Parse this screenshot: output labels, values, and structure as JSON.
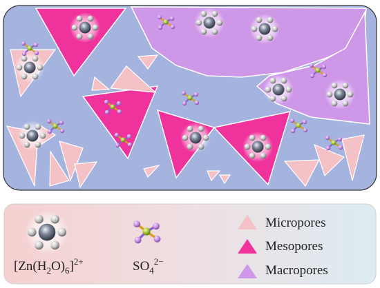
{
  "legend": {
    "zn_complex": {
      "prefix": "[Zn(H",
      "sub1": "2",
      "mid": "O)",
      "sub2": "6",
      "suffix": "]",
      "charge": "2+"
    },
    "sulfate": {
      "prefix": "SO",
      "sub": "4",
      "charge": "2−"
    },
    "pore_types": [
      {
        "label": "Micropores",
        "color": "#f4c1c6"
      },
      {
        "label": "Mesopores",
        "color": "#f0339c"
      },
      {
        "label": "Macropores",
        "color": "#cf97e8"
      }
    ]
  },
  "colors": {
    "matrix": "#a5b4df",
    "micro": "#f4c1c6",
    "meso": "#f0339c",
    "macro": "#cf97e8",
    "legend_bg_left": "#f6d2d2",
    "legend_bg_right": "#dcebf1",
    "zn_center": "#5a6170",
    "water": "#d9d9d9",
    "sulfur": "#a8c93a",
    "oxygen": "#c38be0"
  },
  "icons": {
    "zn_complex": "zn-hexaaqua-icon",
    "sulfate": "sulfate-ion-icon"
  }
}
